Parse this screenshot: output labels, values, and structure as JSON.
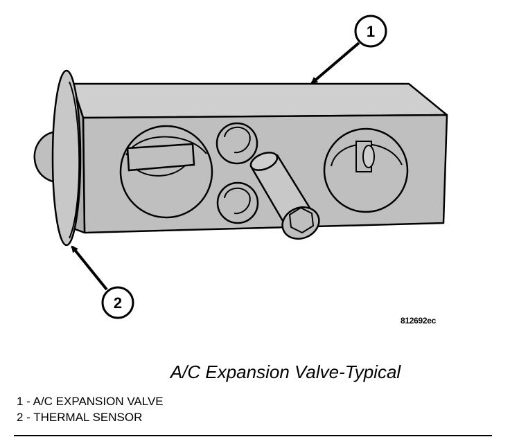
{
  "figure": {
    "callouts": [
      {
        "number": "1"
      },
      {
        "number": "2"
      }
    ],
    "figure_id": "812692ec",
    "colors": {
      "fill": "#bfbfbf",
      "fill_light": "#cfcfcf",
      "stroke": "#000000",
      "background": "#ffffff"
    }
  },
  "caption": "A/C Expansion Valve-Typical",
  "legend": [
    {
      "text": "1 - A/C EXPANSION VALVE"
    },
    {
      "text": "2 - THERMAL SENSOR"
    }
  ]
}
